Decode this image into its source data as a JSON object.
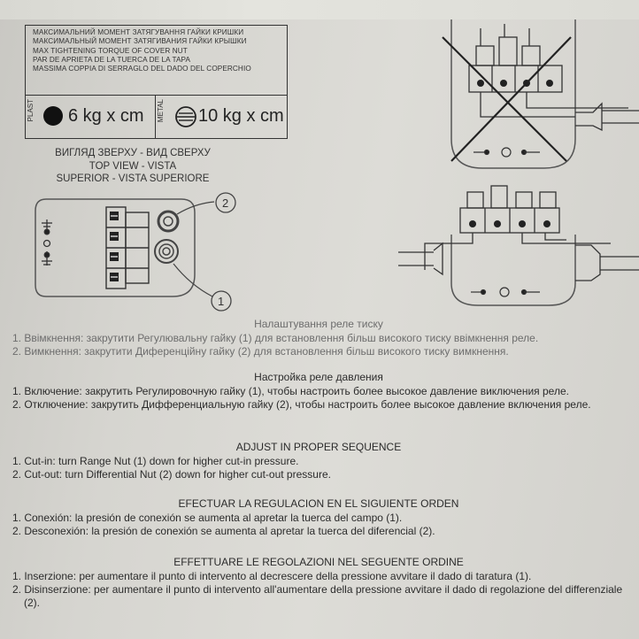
{
  "torque": {
    "lines": [
      "МАКСИМАЛЬНИЙ МОМЕНТ ЗАТЯГУВАННЯ ГАЙКИ КРИШКИ",
      "МАКСИМАЛЬНЫЙ МОМЕНТ ЗАТЯГИВАНИЯ ГАЙКИ КРЫШКИ",
      "MAX TIGHTENING TORQUE OF COVER NUT",
      "PAR DE APRIETA DE LA TUERCA DE LA TAPA",
      "MASSIMA COPPIA DI SERRAGLO DEL DADO DEL COPERCHIO"
    ],
    "plast_label": "PLAST",
    "plast_value": "6 kg x cm",
    "metal_label": "METAL",
    "metal_value": "10 kg x cm"
  },
  "top_view": {
    "lines": [
      "ВИГЛЯД ЗВЕРХУ - ВИД СВЕРХУ",
      "TOP VIEW - VISTA",
      "SUPERIOR - VISTA SUPERIORE"
    ],
    "label_1": "1",
    "label_2": "2"
  },
  "sections": [
    {
      "heading": "Налаштування реле тиску",
      "faded": true,
      "items": [
        "1. Ввімкнення: закрутити Регулювальну гайку (1) для встановлення більш високого тиску ввімкнення реле.",
        "2. Вимкнення: закрутити Диференційну гайку (2) для встановлення більш високого тиску вимкнення."
      ]
    },
    {
      "heading": "Настройка реле давления",
      "faded": false,
      "items": [
        "1. Включение: закрутить Регулировочную гайку (1), чтобы настроить более высокое давление виключения реле.",
        "2. Отключение: закрутить Дифференциальную гайку (2), чтобы настроить более высокое давление включения реле."
      ]
    },
    {
      "heading": "ADJUST IN PROPER SEQUENCE",
      "faded": false,
      "items": [
        "1. Cut-in: turn Range Nut (1) down for higher cut-in pressure.",
        "2. Cut-out: turn Differential Nut (2) down for higher cut-out pressure."
      ]
    },
    {
      "heading": "EFECTUAR LA REGULACION EN EL SIGUIENTE ORDEN",
      "faded": false,
      "items": [
        "1. Conexión: la presión de conexión se aumenta al apretar la tuerca del campo (1).",
        "2. Desconexión: la presión de conexión se aumenta al apretar la tuerca del diferencial (2)."
      ]
    },
    {
      "heading": "EFFETTUARE LE REGOLAZIONI NEL SEGUENTE ORDINE",
      "faded": false,
      "items": [
        "1. Inserzione: per aumentare il punto di intervento al decrescere della pressione avvitare il dado di taratura (1).",
        "2. Disinserzione: per aumentare il punto di intervento all'aumentare della pressione avvitare il dado di regolazione del differenziale (2)."
      ]
    }
  ]
}
